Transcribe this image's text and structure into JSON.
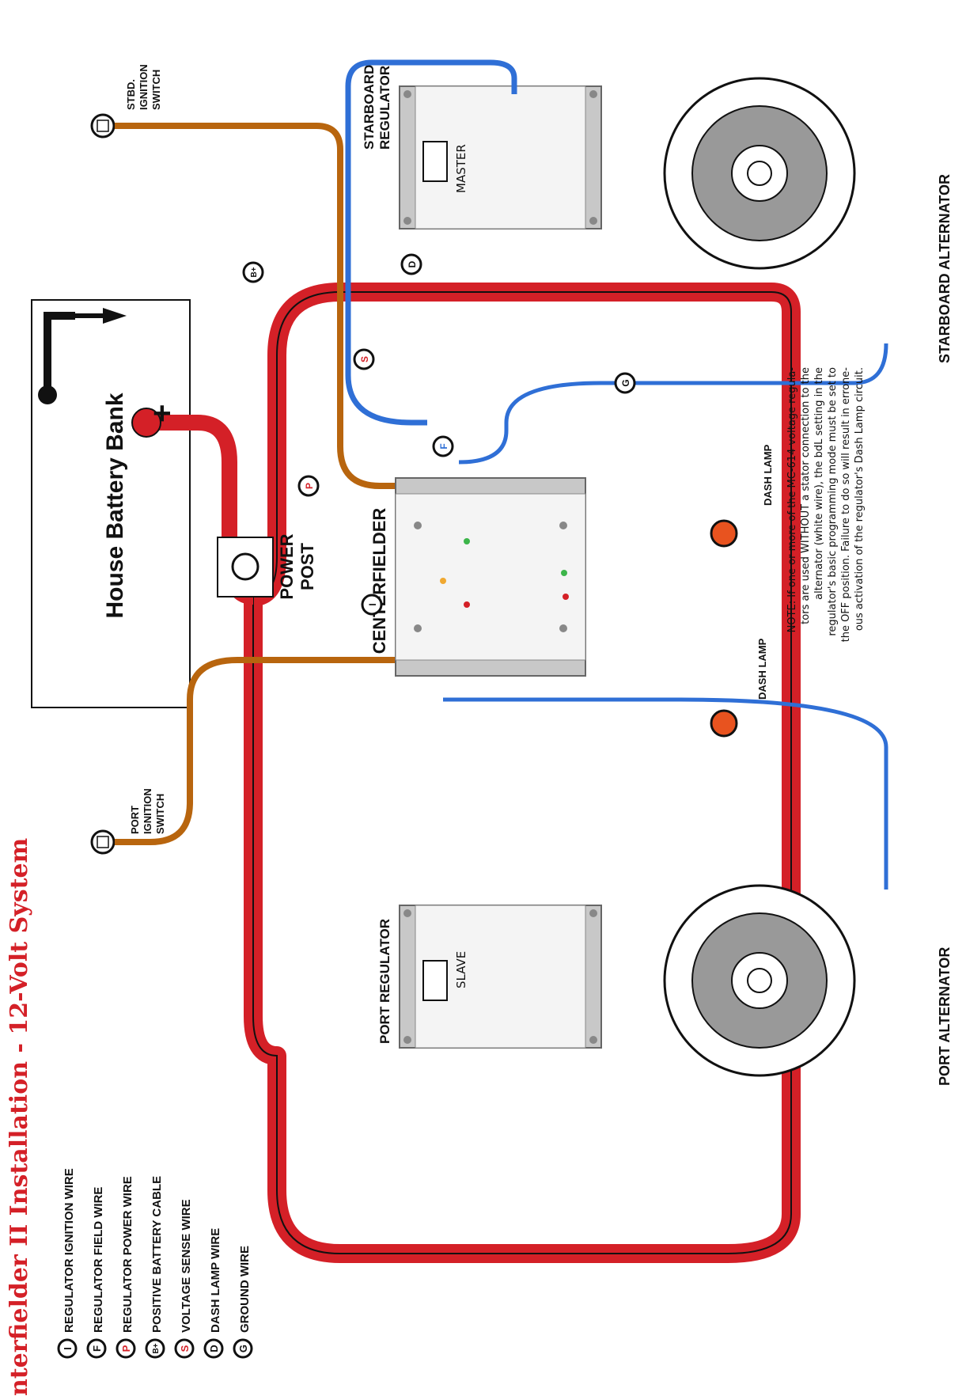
{
  "title": "nterfielder II Installation - 12-Volt System",
  "legend": [
    {
      "letter": "I",
      "label": "REGULATOR IGNITION WIRE",
      "color": "#b8650e"
    },
    {
      "letter": "F",
      "label": "REGULATOR FIELD WIRE",
      "color": "#2f6fd6"
    },
    {
      "letter": "P",
      "label": "REGULATOR POWER WIRE",
      "color": "#d42027"
    },
    {
      "letter": "B+",
      "label": "POSITIVE BATTERY CABLE",
      "color": "#d42027"
    },
    {
      "letter": "S",
      "label": "VOLTAGE SENSE WIRE",
      "color": "#d42027"
    },
    {
      "letter": "D",
      "label": "DASH LAMP WIRE",
      "color": "#777777"
    },
    {
      "letter": "G",
      "label": "GROUND WIRE",
      "color": "#111111"
    }
  ],
  "battery": {
    "label": "House Battery Bank",
    "plus": "+"
  },
  "power_post": {
    "line1": "POWER",
    "line2": "POST"
  },
  "centerfielder_label": "CENTERFIELDER",
  "starboard_regulator": {
    "line1": "STARBOARD",
    "line2": "REGULATOR",
    "mode": "MASTER"
  },
  "port_regulator": {
    "label": "PORT REGULATOR",
    "mode": "SLAVE"
  },
  "stbd_switch": {
    "line1": "STBD.",
    "line2": "IGNITION",
    "line3": "SWITCH"
  },
  "port_switch": {
    "line1": "PORT",
    "line2": "IGNITION",
    "line3": "SWITCH"
  },
  "dash_lamp_label": "DASH LAMP",
  "starboard_alternator_label": "STARBOARD ALTERNATOR",
  "port_alternator_label": "PORT ALTERNATOR",
  "note_lines": [
    "NOTE: If one or more of the MC-614 voltage regula-",
    "tors are used WITHOUT a stator connection to the",
    "alternator (white wire), the bdL setting in the",
    "regulator's basic programming mode must be set to",
    "the OFF position. Failure to do so will result in errone-",
    "ous activation of the regulator's Dash Lamp circuit."
  ],
  "marker_letters": {
    "ignition": "I",
    "field": "F",
    "power": "P",
    "battery": "B+",
    "sense": "S",
    "dash": "D",
    "ground": "G"
  },
  "colors": {
    "red": "#d42027",
    "orange": "#b8650e",
    "blue": "#2f6fd6",
    "gray": "#777777",
    "black": "#111111",
    "lamp": "#e8531f"
  }
}
